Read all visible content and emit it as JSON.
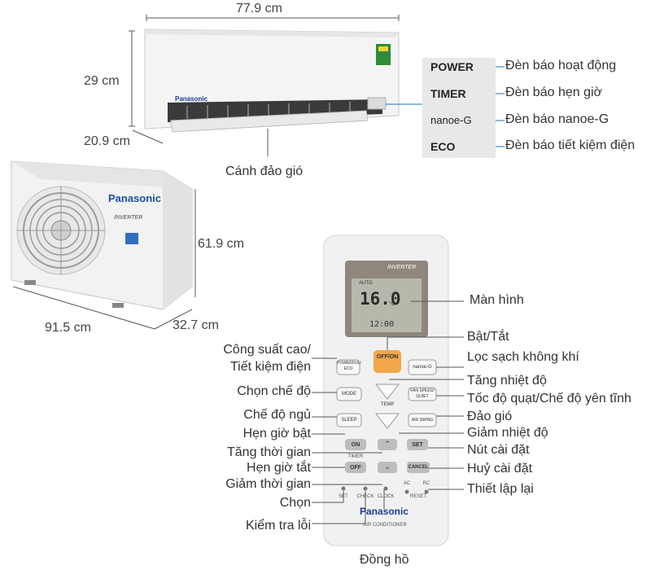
{
  "dimensions": {
    "indoor_width": "77.9 cm",
    "indoor_height": "29 cm",
    "indoor_depth": "20.9 cm",
    "outdoor_height": "61.9 cm",
    "outdoor_width": "91.5 cm",
    "outdoor_depth": "32.7 cm"
  },
  "indoor_unit": {
    "brand": "Panasonic",
    "louver_label": "Cánh đảo gió"
  },
  "outdoor_unit": {
    "brand": "Panasonic",
    "badge": "INVERTER"
  },
  "indicators": [
    {
      "code": "POWER",
      "description": "Đèn báo hoạt động"
    },
    {
      "code": "TIMER",
      "description": "Đèn báo hẹn giờ"
    },
    {
      "code": "nanoe-G",
      "description": "Đèn báo nanoe-G"
    },
    {
      "code": "ECO",
      "description": "Đèn báo tiết kiệm điện"
    }
  ],
  "remote": {
    "inverter_badge": "INVERTER",
    "display_temp": "16.0",
    "display_unit": "°C",
    "display_mode": "AUTO",
    "display_time": "12:00",
    "buttons": {
      "powerful_eco": "POWERFUL/ ECO",
      "off_on": "OFF/ON",
      "nanoe_g": "nanoe-G",
      "mode": "MODE",
      "temp": "TEMP",
      "fan_speed": "FAN SPEED/ QUIET",
      "sleep": "SLEEP",
      "air_swing": "AIR SWING",
      "on": "ON",
      "set": "SET",
      "timer": "TIMER",
      "off": "OFF",
      "cancel": "CANCEL",
      "set_small": "SET",
      "check": "CHECK",
      "clock": "CLOCK",
      "ac": "AC",
      "rc": "RC",
      "reset": "RESET"
    },
    "brand": "Panasonic",
    "footer": "AIR CONDITIONER"
  },
  "callouts_left": [
    "Công suất cao/",
    "Tiết kiệm điện",
    "Chọn chế độ",
    "Chế độ ngủ",
    "Hẹn giờ bật",
    "Tăng thời gian",
    "Hẹn giờ tắt",
    "Giảm thời gian",
    "Chọn",
    "Kiểm tra lỗi"
  ],
  "callouts_right": [
    "Màn hình",
    "Bật/Tắt",
    "Lọc sạch không khí",
    "Tăng nhiệt độ",
    "Tốc độ quạt/Chế độ yên tĩnh",
    "Đảo gió",
    "Giảm nhiệt độ",
    "Nút cài đặt",
    "Huỷ cài đặt",
    "Thiết lập lại"
  ],
  "callout_bottom": "Đồng hồ"
}
